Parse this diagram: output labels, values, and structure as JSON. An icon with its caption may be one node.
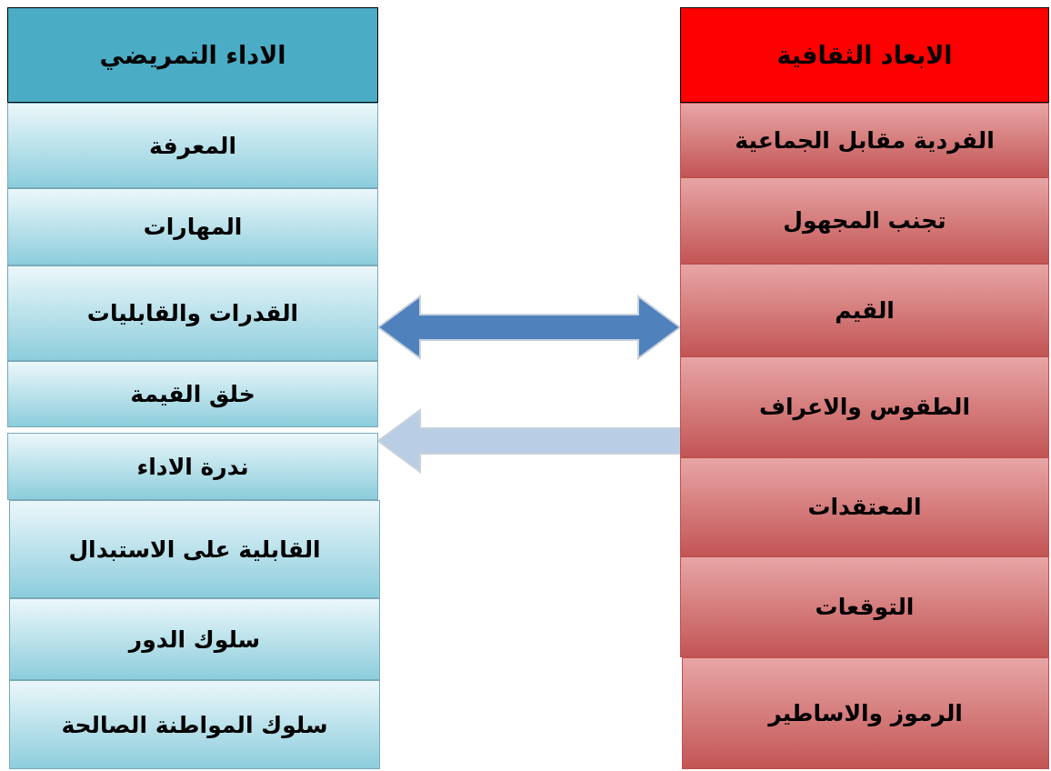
{
  "diagram": {
    "nodes": [
      {
        "text": [
          "الاداء التمريضي"
        ]
      },
      {
        "text": [
          "المعرفة"
        ]
      },
      {
        "text": [
          "المهارات"
        ]
      },
      {
        "text": [
          "القدرات والقابليات"
        ]
      },
      {
        "text": [
          "خلق القيمة"
        ]
      },
      {
        "text": [
          "ندرة الاداء"
        ]
      },
      {
        "text": [
          "القابلية على الاستبدال"
        ]
      },
      {
        "text": [
          "سلوك الدور"
        ]
      },
      {
        "text": [
          "سلوك المواطنة الصالحة"
        ]
      },
      {
        "text": [
          "الابعاد الثقافية"
        ]
      },
      {
        "text": [
          "الفردية مقابل الجماعية"
        ]
      },
      {
        "text": [
          "تجنب المجهول"
        ]
      },
      {
        "text": [
          "القيم"
        ]
      },
      {
        "text": [
          "الطقوس والاعراف"
        ]
      },
      {
        "text": [
          "المعتقدات"
        ]
      },
      {
        "text": [
          "التوقعات"
        ]
      },
      {
        "text": [
          "الرموز والاساطير"
        ]
      }
    ],
    "edges": [
      {
        "from": 12,
        "to": 3,
        "arrow": "both"
      },
      {
        "from": 13,
        "to": 5,
        "arrow": "to",
        "color": "#b9cde5"
      }
    ]
  }
}
